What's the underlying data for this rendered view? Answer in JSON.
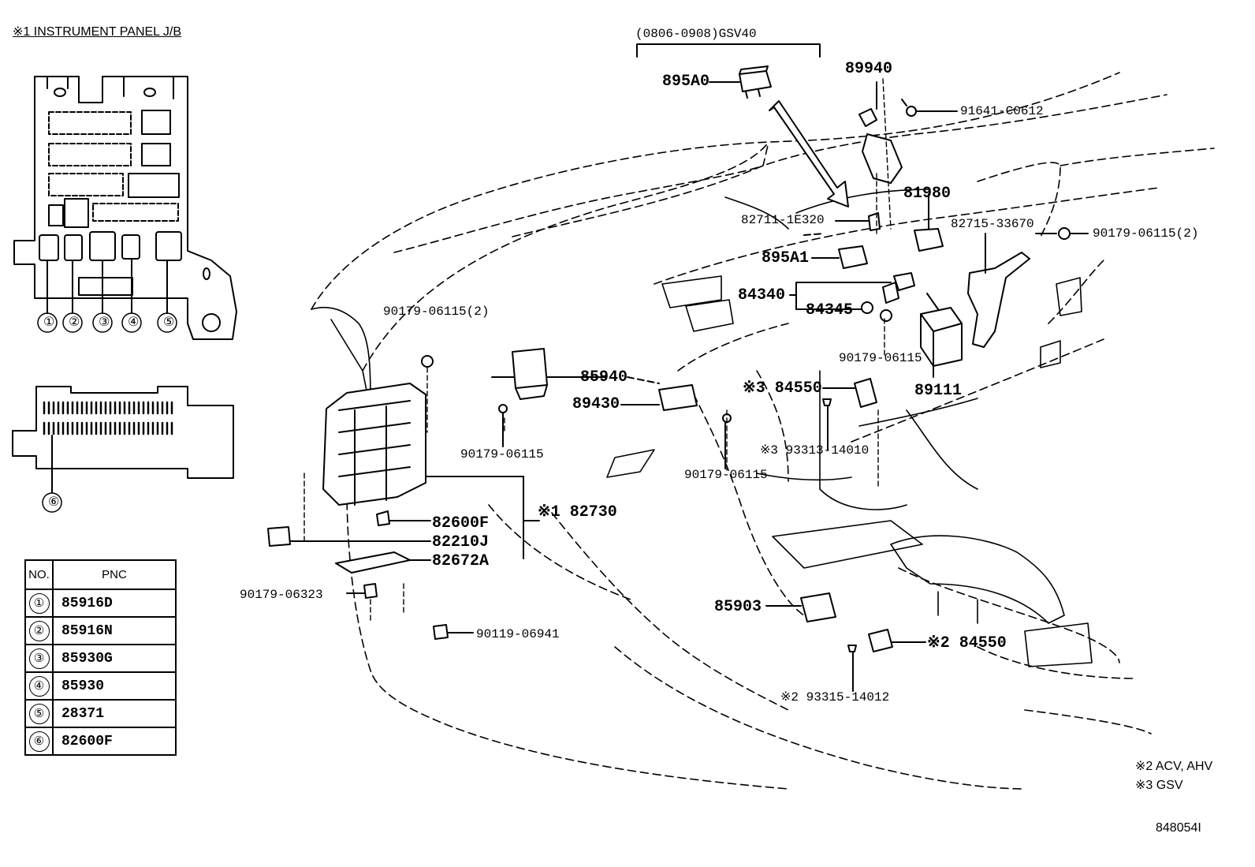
{
  "header": {
    "title": "※1 INSTRUMENT PANEL J/B",
    "range_label": "(0806-0908)GSV40"
  },
  "jb_callouts": [
    "①",
    "②",
    "③",
    "④",
    "⑤",
    "⑥"
  ],
  "table": {
    "col_no": "NO.",
    "col_pnc": "PNC",
    "rows": [
      {
        "no": "①",
        "pnc": "85916D"
      },
      {
        "no": "②",
        "pnc": "85916N"
      },
      {
        "no": "③",
        "pnc": "85930G"
      },
      {
        "no": "④",
        "pnc": "85930"
      },
      {
        "no": "⑤",
        "pnc": "28371"
      },
      {
        "no": "⑥",
        "pnc": "82600F"
      }
    ]
  },
  "part_labels": {
    "p895a0": "895A0",
    "p89940": "89940",
    "p91641": "91641-C0612",
    "p81980": "81980",
    "p82711": "82711-1E320",
    "p82715": "82715-33670",
    "p90179_2_right": "90179-06115(2)",
    "p895a1": "895A1",
    "p84340": "84340",
    "p84345": "84345",
    "p90179_mid": "90179-06115",
    "p89111": "89111",
    "p90179_2_left": "90179-06115(2)",
    "p85940": "85940",
    "p89430": "89430",
    "p84550_top": "※3 84550",
    "p90179_lower1": "90179-06115",
    "p93313": "※3 93313-14010",
    "p90179_lower2": "90179-06115",
    "p82730": "※1 82730",
    "p82600f": "82600F",
    "p82210j": "82210J",
    "p82672a": "82672A",
    "p90179_06323": "90179-06323",
    "p90119": "90119-06941",
    "p85903": "85903",
    "p84550_bottom": "※2 84550",
    "p93315": "※2 93315-14012"
  },
  "notes": {
    "note2": "※2 ACV, AHV",
    "note3": "※3 GSV"
  },
  "figure_code": "848054I"
}
